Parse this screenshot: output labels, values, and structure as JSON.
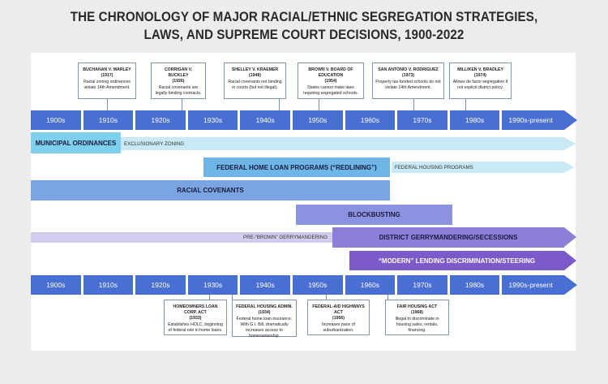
{
  "title": {
    "line1": "THE CHRONOLOGY OF MAJOR RACIAL/ETHNIC SEGREGATION STRATEGIES,",
    "line2": "LAWS, AND SUPREME COURT DECISIONS, 1900-2022"
  },
  "decades": [
    "1900s",
    "1910s",
    "1920s",
    "1930s",
    "1940s",
    "1950s",
    "1960s",
    "1970s",
    "1980s",
    "1990s-present"
  ],
  "top_events": [
    {
      "title": "BUCHANAN V. WARLEY",
      "year": "(1917)",
      "desc": "Racial zoning ordinances violate 14th Amendment."
    },
    {
      "title": "CORRIGAN V. BUCKLEY",
      "year": "(1926)",
      "desc": "Racial covenants are legally binding contracts."
    },
    {
      "title": "SHELLEY V. KRAEMER",
      "year": "(1948)",
      "desc": "Racial covenants not binding in courts (but not illegal)."
    },
    {
      "title": "BROWN V. BOARD OF EDUCATION",
      "year": "(1954)",
      "desc": "States cannot make laws requiring segregated schools."
    },
    {
      "title": "SAN ANTONIO V. RODRIGUEZ",
      "year": "(1973)",
      "desc": "Property tax-funded schools do not violate 14th Amendment."
    },
    {
      "title": "MILLIKEN V. BRADLEY",
      "year": "(1974)",
      "desc": "Allows de facto segregation if not explicit district policy."
    }
  ],
  "bottom_events": [
    {
      "title": "HOMEOWNERS LOAN CORP. ACT",
      "year": "(1933)",
      "desc": "Establishes HOLC, beginning of federal role in home loans."
    },
    {
      "title": "FEDERAL HOUSING ADMIN.",
      "year": "(1934)",
      "desc": "Federal home loan insurance. With G.I. Bill, dramatically increases access to homeownership."
    },
    {
      "title": "FEDERAL-AID HIGHWAYS ACT",
      "year": "(1956)",
      "desc": "Increases pace of suburbanization."
    },
    {
      "title": "FAIR HOUSING ACT",
      "year": "(1968)",
      "desc": "Illegal to discriminate in housing sales, rentals, financing."
    }
  ],
  "bands": {
    "municipal": "MUNICIPAL ORDINANCES",
    "exclusionary": "EXCLUSIONARY ZONING",
    "redlining": "FEDERAL HOME LOAN PROGRAMS (“REDLINING”)",
    "federal_housing": "FEDERAL HOUSING PROGRAMS",
    "covenants": "RACIAL COVENANTS",
    "blockbusting": "BLOCKBUSTING",
    "pre_brown": "PRE-“BROWN” GERRYMANDERING",
    "district": "DISTRICT GERRYMANDERING/SECESSIONS",
    "modern": "“MODERN” LENDING DISCRIMINATION/STEERING"
  },
  "colors": {
    "timeline": "#4a6fd4",
    "light_cyan": "#c9e9f7",
    "cyan": "#7fd0ee",
    "blue_mid": "#6fb6e8",
    "covenant": "#7aa4e2",
    "blockbusting": "#8b93e0",
    "lavender": "#d2cdef",
    "district": "#8c7fd8",
    "purple": "#7d5ac9"
  }
}
